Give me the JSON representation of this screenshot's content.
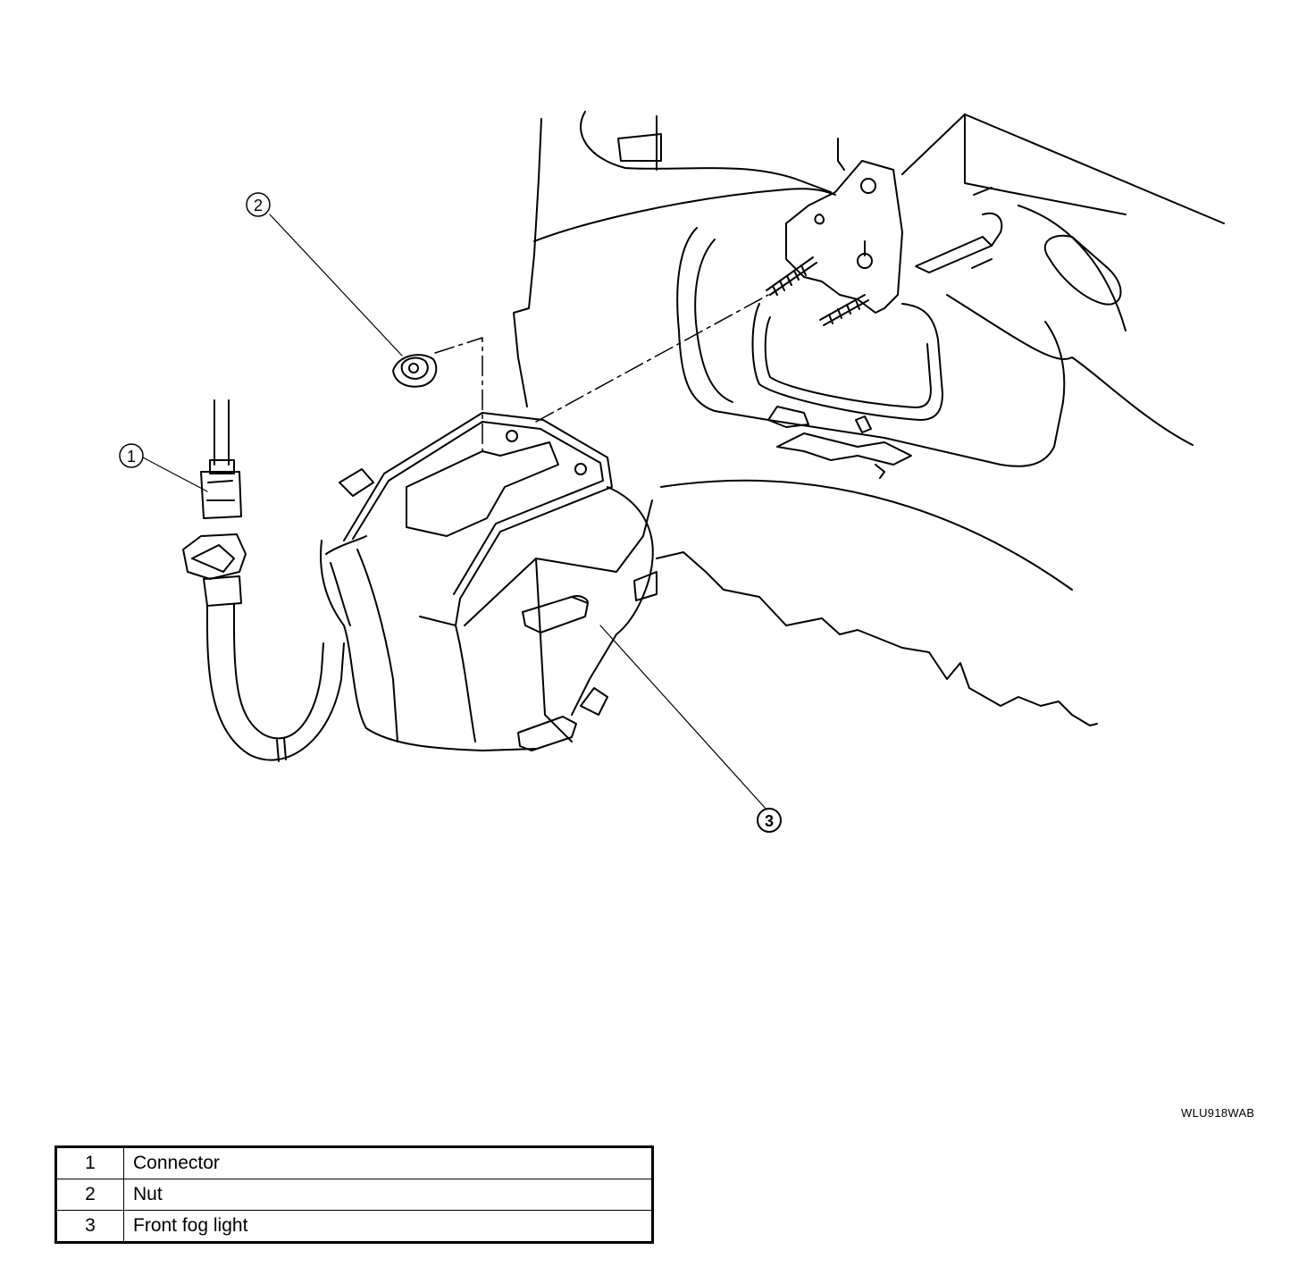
{
  "callouts": [
    {
      "id": "1",
      "label": "Connector"
    },
    {
      "id": "2",
      "label": "Nut"
    },
    {
      "id": "3",
      "label": "Front fog light"
    }
  ],
  "figure_code": "WLU918WAB",
  "legend": {
    "rows": [
      {
        "number": "1",
        "description": "Connector"
      },
      {
        "number": "2",
        "description": "Nut"
      },
      {
        "number": "3",
        "description": "Front fog light"
      }
    ]
  }
}
